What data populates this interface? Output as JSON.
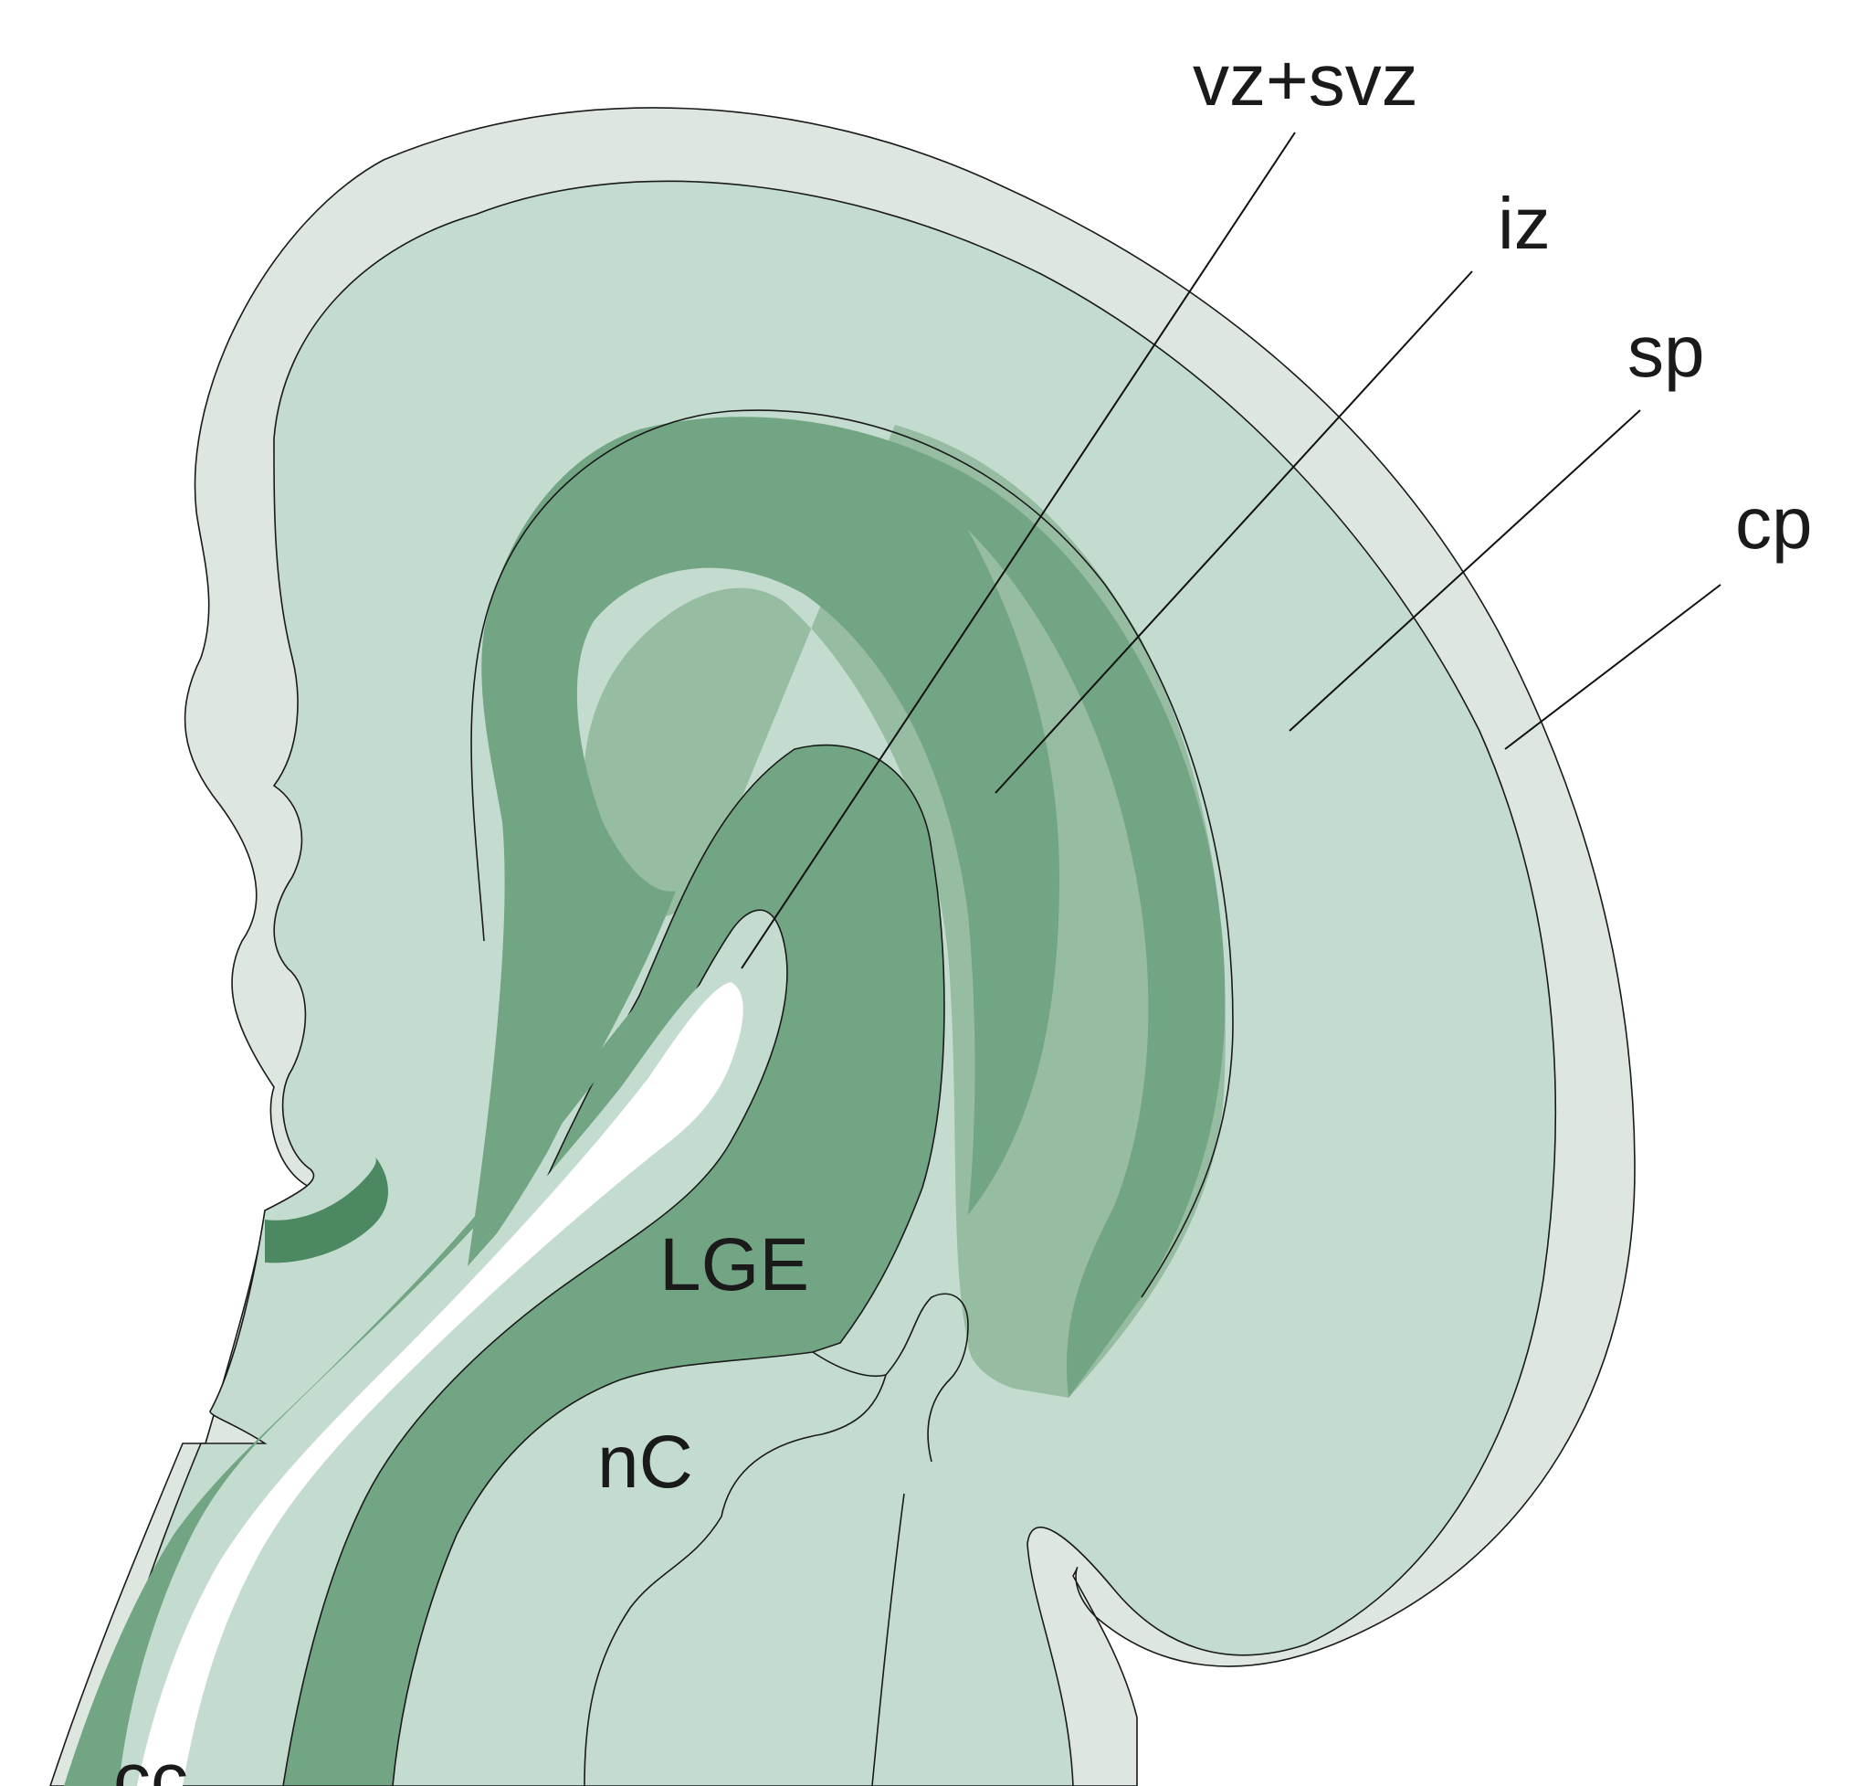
{
  "labels": {
    "vz_svz": "vz+svz",
    "iz": "iz",
    "sp": "sp",
    "cp": "cp",
    "lge": "LGE",
    "nc": "nC",
    "cc": "cc"
  },
  "colors": {
    "cp_palest": "#dde7e0",
    "sp_light": "#c3dccf",
    "iz_medium": "#96bca2",
    "vz_svz_dark": "#72a584",
    "accent_darkest": "#4c8862",
    "ventricle": "#ffffff"
  }
}
